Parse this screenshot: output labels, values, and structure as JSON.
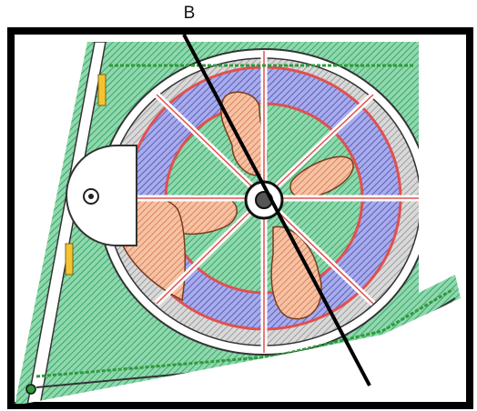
{
  "figure": {
    "section_marker_label": "B"
  },
  "colors": {
    "frame": "#000000",
    "road": "#ffffff",
    "road_edge": "#2b2b2b",
    "green_zone": "#5cc48a",
    "residential_blue": "#7a7fd0",
    "plaza_orange": "#f0a27a",
    "ring_red": "#e05050",
    "parking_yellow": "#f4c430",
    "hedge_green": "#2f9a3a"
  },
  "legend_colors_in_plan": [
    "green",
    "blue",
    "orange",
    "red",
    "yellow"
  ]
}
